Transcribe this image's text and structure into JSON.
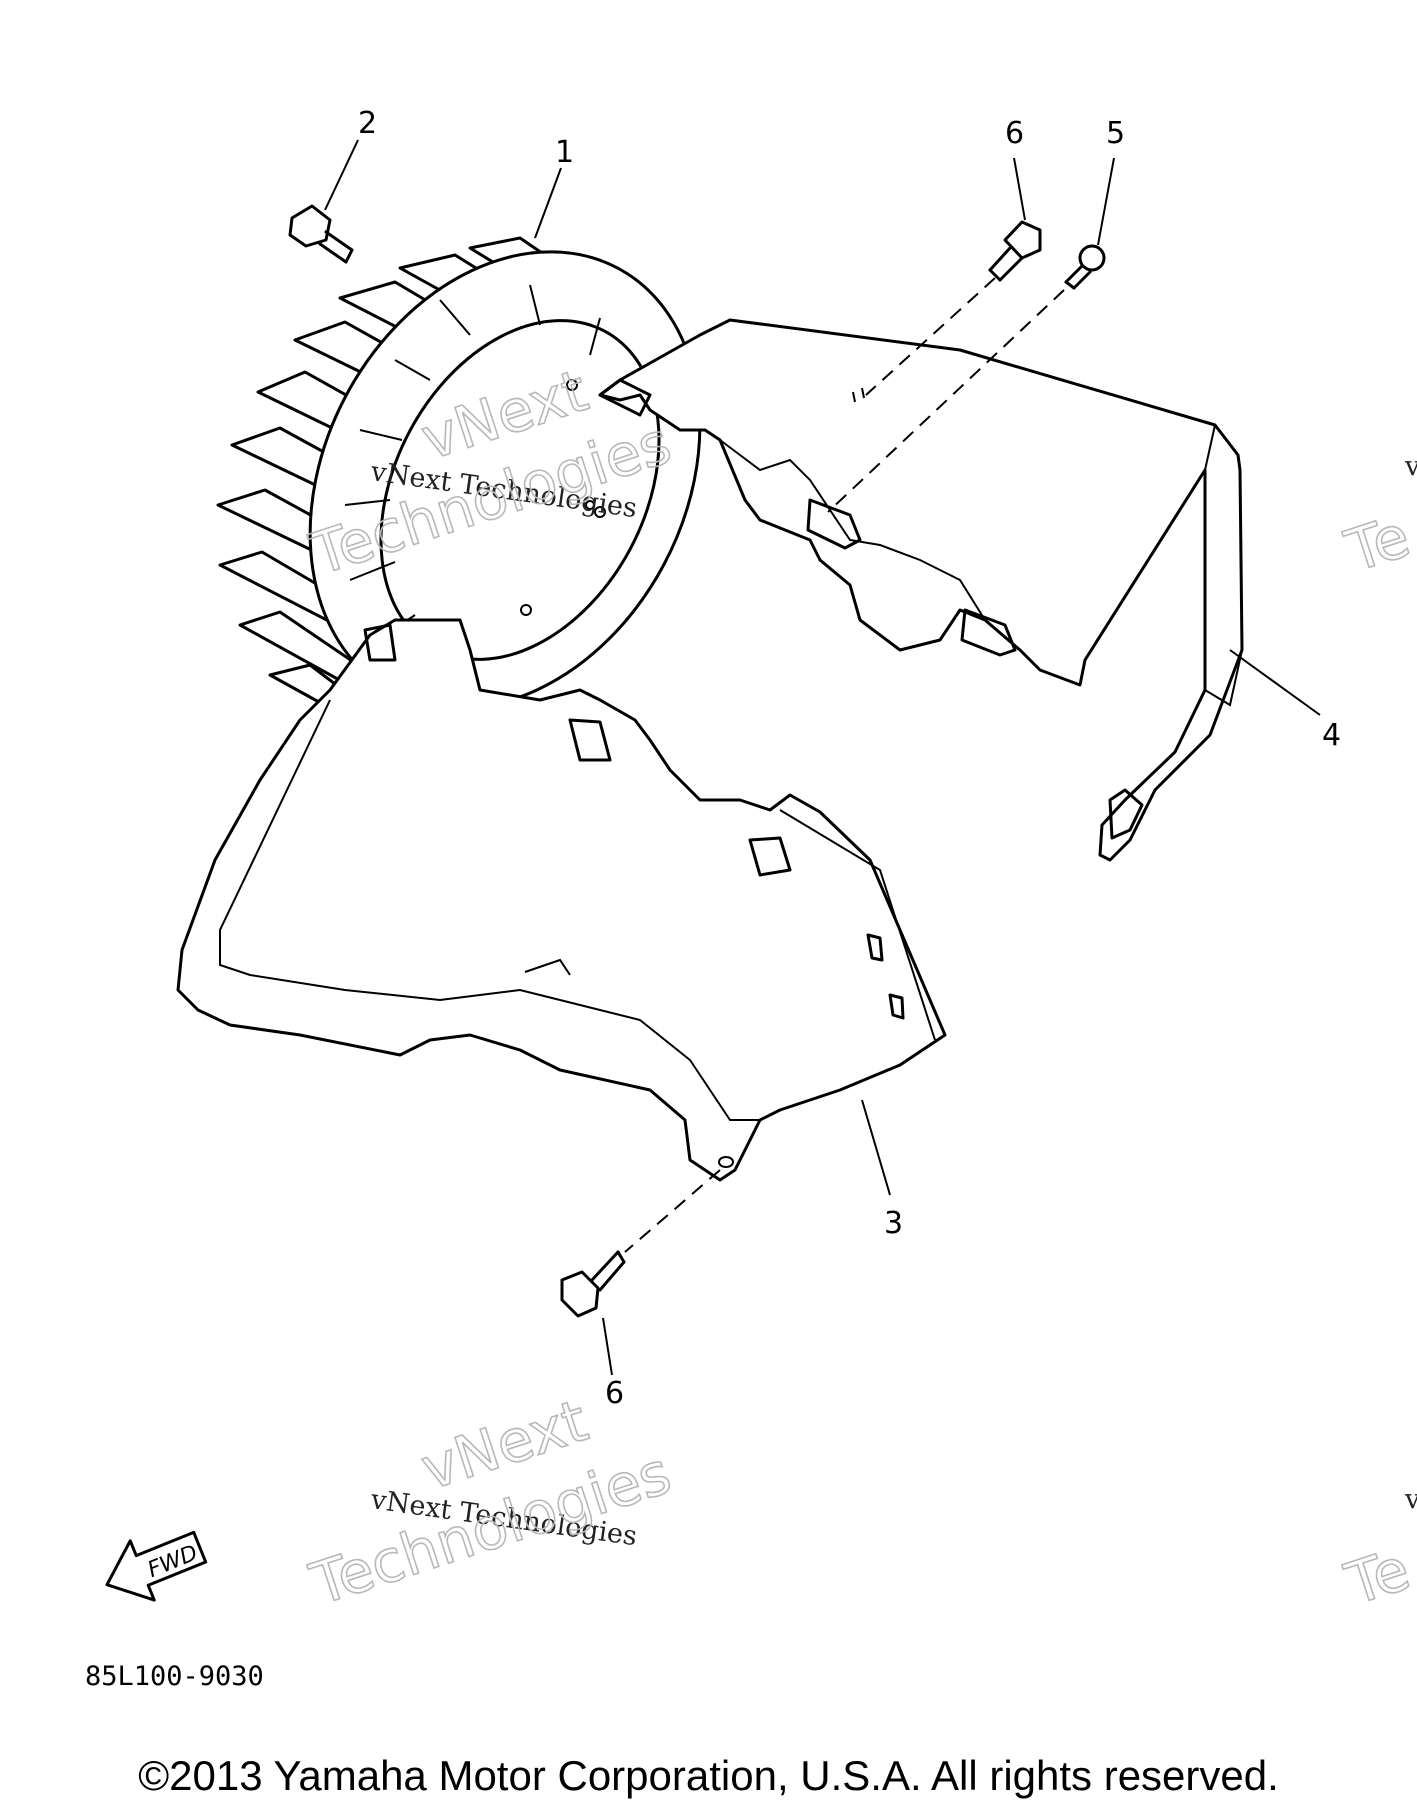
{
  "callouts": {
    "c1": "1",
    "c2": "2",
    "c3": "3",
    "c4": "4",
    "c5": "5",
    "c6_top": "6",
    "c6_bottom": "6"
  },
  "watermark": {
    "line1": "vNext Technologies",
    "outline_a": "vNext",
    "outline_b": "Technologies",
    "edge_v": "v",
    "edge_te": "Te"
  },
  "fwd_label": "FWD",
  "part_number": "85L100-9030",
  "copyright": "©2013 Yamaha Motor Corporation, U.S.A. All rights reserved."
}
